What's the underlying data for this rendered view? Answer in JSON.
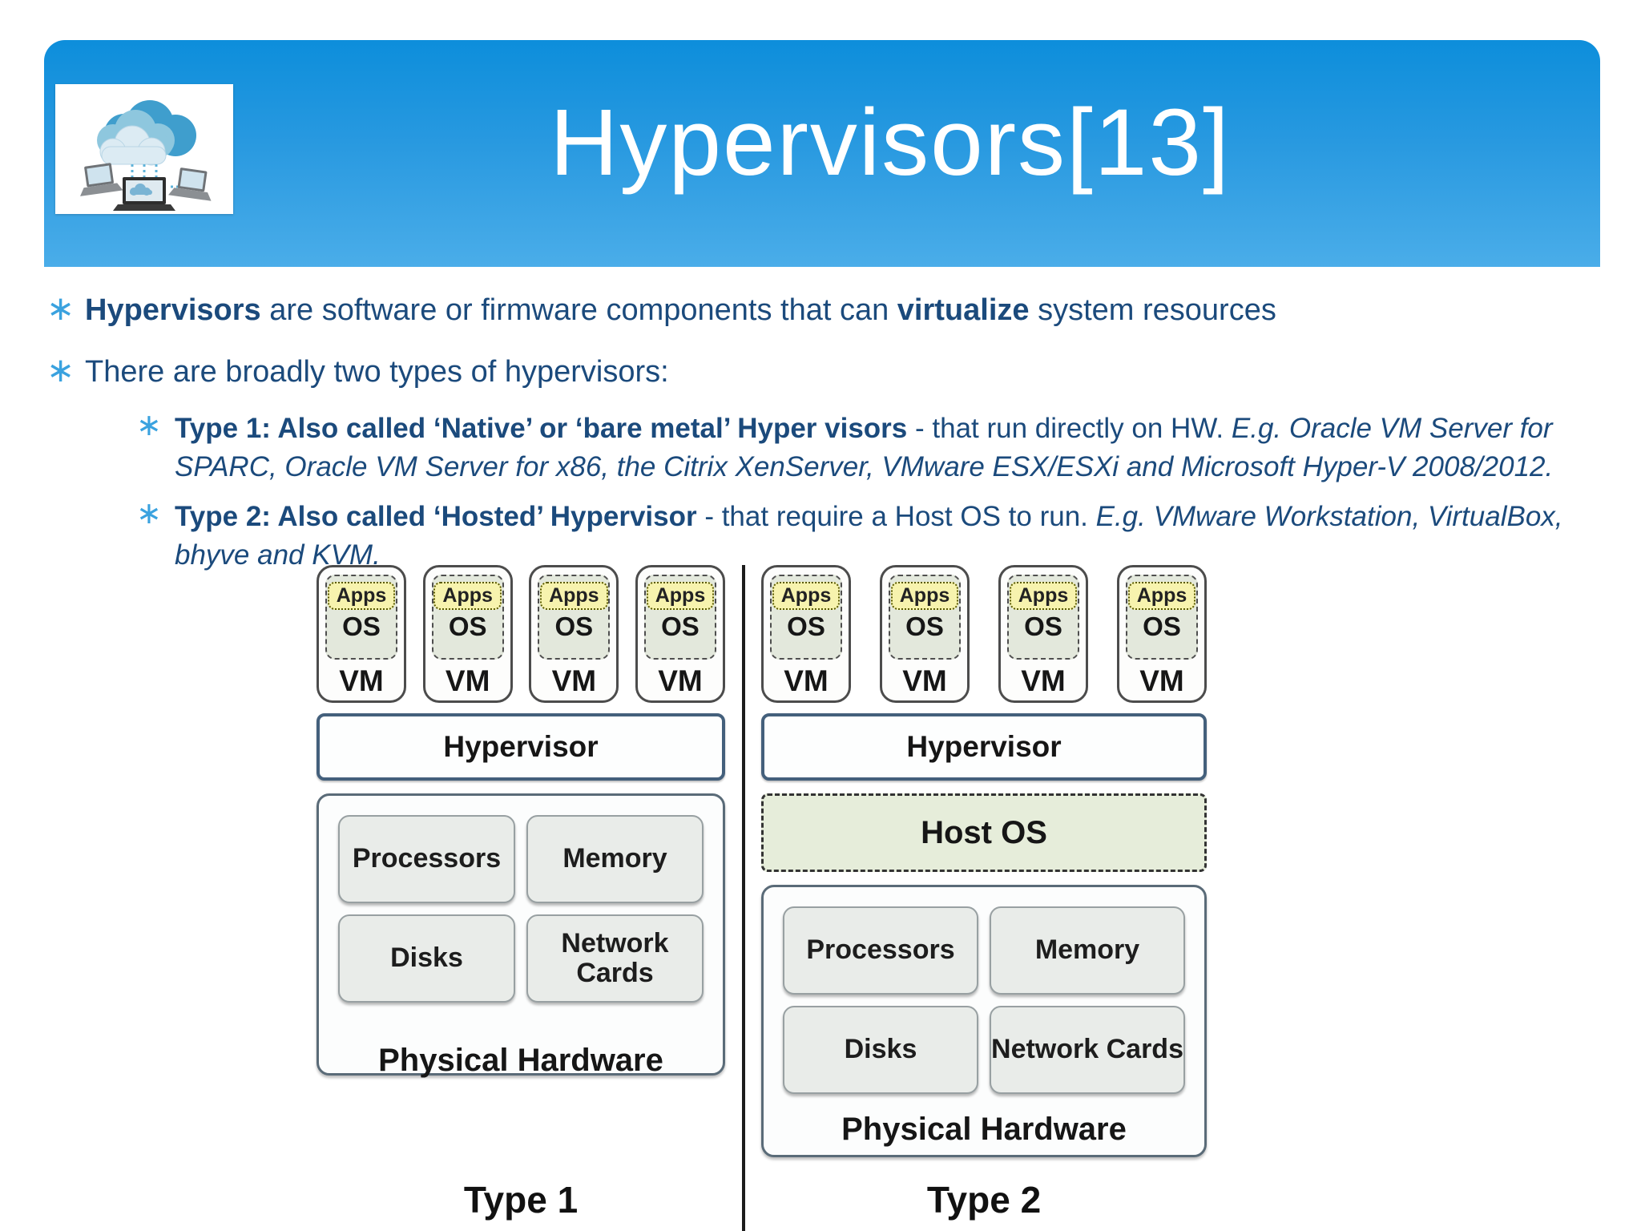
{
  "colors": {
    "header_gradient_top": "#0d8edb",
    "header_gradient_bottom": "#4aade9",
    "body_text": "#1b4a7c",
    "bullet_marker": "#3aa2df",
    "vm_inner_bg": "#e3e8dc",
    "apps_chip_bg": "#f7f3ae",
    "host_os_bg": "#e6edda",
    "component_box_bg": "#e9ece9"
  },
  "header": {
    "title": "Hypervisors[13]",
    "logo": "cloud-computing-logo"
  },
  "bullets": {
    "marker": "∗",
    "b1_bold1": "Hypervisors",
    "b1_text": " are software or firmware components that can ",
    "b1_bold2": "virtualize",
    "b1_end": " system resources",
    "b2": "There are broadly two types of hypervisors:",
    "sub1_bold": "Type 1: Also called ‘Native’ or ‘bare metal’  Hyper visors",
    "sub1_normal": " - that run directly on HW. ",
    "sub1_italic": "E.g. Oracle VM Server for SPARC, Oracle VM Server for x86, the Citrix XenServer, VMware ESX/ESXi and Microsoft Hyper-V 2008/2012.",
    "sub2_bold": "Type 2: Also called ‘Hosted’ Hypervisor",
    "sub2_normal": " -  that require a Host OS to run. ",
    "sub2_italic": "E.g. VMware Workstation, VirtualBox, bhyve and KVM."
  },
  "diagram": {
    "vm_card": {
      "apps": "Apps",
      "os": "OS",
      "vm": "VM"
    },
    "type1": {
      "hypervisor": "Hypervisor",
      "hardware_label": "Physical Hardware",
      "components": [
        "Processors",
        "Memory",
        "Disks",
        "Network Cards"
      ],
      "label": "Type 1"
    },
    "type2": {
      "hypervisor": "Hypervisor",
      "host_os": "Host OS",
      "hardware_label": "Physical Hardware",
      "components": [
        "Processors",
        "Memory",
        "Disks",
        "Network Cards"
      ],
      "label": "Type 2"
    }
  }
}
